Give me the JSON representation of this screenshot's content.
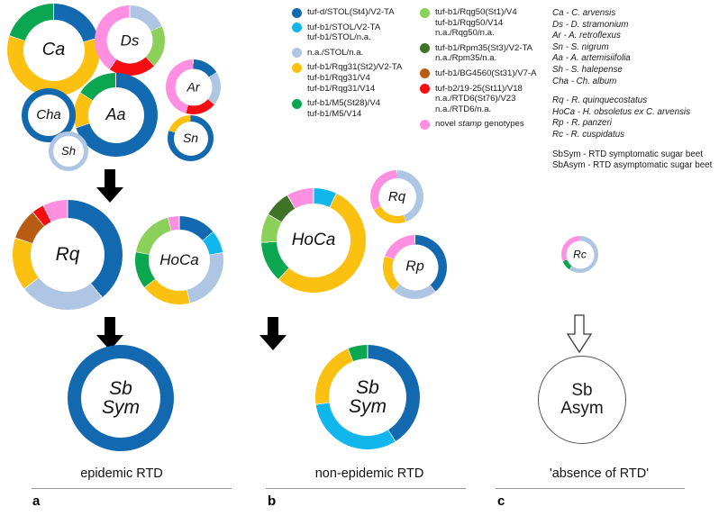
{
  "figure": {
    "title": "stamp genotype composition across plants, insect vectors and sugar beet",
    "colors": {
      "dark_blue": "#1269b0",
      "cyan": "#11b7ec",
      "light_blue": "#aec5e3",
      "yellow": "#fcc010",
      "green": "#0aa650",
      "light_green": "#8bd05a",
      "dark_green": "#3f7327",
      "brown": "#b95c13",
      "red": "#f50d12",
      "pink": "#ff8fe0",
      "outline": "#555555"
    }
  },
  "legend": {
    "genotypes": [
      {
        "color_key": "dark_blue",
        "color": "#1269b0",
        "lines": "tuf-d/STOL(St4)/V2-TA"
      },
      {
        "color_key": "cyan",
        "color": "#11b7ec",
        "lines": "tuf-b1/STOL/V2-TA\ntuf-b1/STOL/n.a."
      },
      {
        "color_key": "light_blue",
        "color": "#aec5e3",
        "lines": "n.a./STOL/n.a."
      },
      {
        "color_key": "yellow",
        "color": "#fcc010",
        "lines": "tuf-b1/Rqg31(St2)/V2-TA\ntuf-b1/Rqg31/V4\ntuf-b1/Rqg31/V14"
      },
      {
        "color_key": "green",
        "color": "#0aa650",
        "lines": "tuf-b1/M5(St28)/V4\ntuf-b1/M5/V14"
      },
      {
        "color_key": "light_green",
        "color": "#8bd05a",
        "lines": "tuf-b1/Rqg50(St1)/V4\ntuf-b1/Rqg50/V14\nn.a./Rqg50/n.a."
      },
      {
        "color_key": "dark_green",
        "color": "#3f7327",
        "lines": "tuf-b1/Rpm35(St3)/V2-TA\nn.a./Rpm35/n.a."
      },
      {
        "color_key": "brown",
        "color": "#b95c13",
        "lines": "tuf-b1/BG4560(St31)/V7-A"
      },
      {
        "color_key": "red",
        "color": "#f50d12",
        "lines": "tuf-b2/19-25(St11)/V18\nn.a./RTD6(St76)/V23\nn.a./RTD6/n.a."
      },
      {
        "color_key": "pink",
        "color": "#ff8fe0",
        "lines": "novel stamp genotypes",
        "italic_word": "stamp"
      }
    ],
    "species_block_1": [
      "Ca - C. arvensis",
      "Ds - D. stramonium",
      "Ar - A. retroflexus",
      "Sn - S. nigrum",
      "Aa - A. artemisiifolia",
      "Sh - S. halepense",
      "Cha - Ch. album"
    ],
    "species_block_2": [
      "Rq - R. quinquecostatus",
      "HoCa - H. obsoletus ex C. arvensis",
      "Rp - R. panzeri",
      "Rc - R. cuspidatus"
    ],
    "species_block_3": [
      "SbSym - RTD symptomatic sugar beet",
      "SbAsym - RTD asymptomatic sugar beet"
    ]
  },
  "panels": [
    {
      "id": "a",
      "letter": "a",
      "caption": "epidemic RTD"
    },
    {
      "id": "b",
      "letter": "b",
      "caption": "non-epidemic RTD"
    },
    {
      "id": "c",
      "letter": "c",
      "caption": "'absence of RTD'"
    }
  ],
  "chart_data": {
    "type": "pie",
    "title": "stamp genotype composition in donut charts",
    "legend_position": "top-center",
    "charts": [
      {
        "name": "Ca",
        "label": "Ca",
        "panel": "a",
        "row": "plants",
        "segments": [
          {
            "color": "#1269b0",
            "start": 0,
            "end": 75
          },
          {
            "color": "#fcc010",
            "start": 75,
            "end": 288
          },
          {
            "color": "#0aa650",
            "start": 288,
            "end": 360
          }
        ]
      },
      {
        "name": "Ds",
        "label": "Ds",
        "panel": "a",
        "row": "plants",
        "segments": [
          {
            "color": "#aec5e3",
            "start": 0,
            "end": 66
          },
          {
            "color": "#8bd05a",
            "start": 66,
            "end": 136
          },
          {
            "color": "#f50d12",
            "start": 136,
            "end": 215
          },
          {
            "color": "#ff8fe0",
            "start": 215,
            "end": 360
          }
        ]
      },
      {
        "name": "Ar",
        "label": "Ar",
        "panel": "a",
        "row": "plants",
        "segments": [
          {
            "color": "#1269b0",
            "start": 0,
            "end": 58
          },
          {
            "color": "#aec5e3",
            "start": 58,
            "end": 130
          },
          {
            "color": "#f50d12",
            "start": 130,
            "end": 196
          },
          {
            "color": "#ff8fe0",
            "start": 196,
            "end": 360
          }
        ]
      },
      {
        "name": "Aa",
        "label": "Aa",
        "panel": "a",
        "row": "plants",
        "segments": [
          {
            "color": "#1269b0",
            "start": 0,
            "end": 252
          },
          {
            "color": "#fcc010",
            "start": 252,
            "end": 302
          },
          {
            "color": "#0aa650",
            "start": 302,
            "end": 360
          }
        ]
      },
      {
        "name": "Cha",
        "label": "Cha",
        "panel": "a",
        "row": "plants",
        "segments": [
          {
            "color": "#1269b0",
            "start": 0,
            "end": 360
          }
        ]
      },
      {
        "name": "Sn",
        "label": "Sn",
        "panel": "a",
        "row": "plants",
        "segments": [
          {
            "color": "#1269b0",
            "start": 0,
            "end": 290
          },
          {
            "color": "#fcc010",
            "start": 290,
            "end": 360
          }
        ]
      },
      {
        "name": "Sh",
        "label": "Sh",
        "panel": "a",
        "row": "plants",
        "segments": [
          {
            "color": "#aec5e3",
            "start": 0,
            "end": 360
          }
        ]
      },
      {
        "name": "Rq-a",
        "label": "Rq",
        "panel": "a",
        "row": "vectors",
        "segments": [
          {
            "color": "#1269b0",
            "start": 0,
            "end": 141
          },
          {
            "color": "#aec5e3",
            "start": 141,
            "end": 232
          },
          {
            "color": "#fcc010",
            "start": 232,
            "end": 288
          },
          {
            "color": "#b95c13",
            "start": 288,
            "end": 321
          },
          {
            "color": "#f50d12",
            "start": 321,
            "end": 334
          },
          {
            "color": "#ff8fe0",
            "start": 334,
            "end": 360
          }
        ]
      },
      {
        "name": "HoCa-a",
        "label": "HoCa",
        "panel": "a",
        "row": "vectors",
        "segments": [
          {
            "color": "#1269b0",
            "start": 0,
            "end": 50
          },
          {
            "color": "#11b7ec",
            "start": 50,
            "end": 80
          },
          {
            "color": "#aec5e3",
            "start": 80,
            "end": 166
          },
          {
            "color": "#fcc010",
            "start": 166,
            "end": 232
          },
          {
            "color": "#0aa650",
            "start": 232,
            "end": 281
          },
          {
            "color": "#8bd05a",
            "start": 281,
            "end": 345
          },
          {
            "color": "#ff8fe0",
            "start": 345,
            "end": 360
          }
        ]
      },
      {
        "name": "HoCa-b",
        "label": "HoCa",
        "panel": "b",
        "row": "vectors",
        "segments": [
          {
            "color": "#11b7ec",
            "start": 0,
            "end": 26
          },
          {
            "color": "#fcc010",
            "start": 26,
            "end": 222
          },
          {
            "color": "#0aa650",
            "start": 222,
            "end": 268
          },
          {
            "color": "#8bd05a",
            "start": 268,
            "end": 300
          },
          {
            "color": "#3f7327",
            "start": 300,
            "end": 330
          },
          {
            "color": "#ff8fe0",
            "start": 330,
            "end": 360
          }
        ]
      },
      {
        "name": "Rq-b",
        "label": "Rq",
        "panel": "b",
        "row": "vectors",
        "segments": [
          {
            "color": "#aec5e3",
            "start": 0,
            "end": 160
          },
          {
            "color": "#fcc010",
            "start": 160,
            "end": 240
          },
          {
            "color": "#ff8fe0",
            "start": 240,
            "end": 360
          }
        ]
      },
      {
        "name": "Rp",
        "label": "Rp",
        "panel": "b",
        "row": "vectors",
        "segments": [
          {
            "color": "#1269b0",
            "start": 0,
            "end": 140
          },
          {
            "color": "#aec5e3",
            "start": 140,
            "end": 222
          },
          {
            "color": "#fcc010",
            "start": 222,
            "end": 290
          },
          {
            "color": "#ff8fe0",
            "start": 290,
            "end": 360
          }
        ]
      },
      {
        "name": "Rc",
        "label": "Rc",
        "panel": "c",
        "row": "vectors",
        "segments": [
          {
            "color": "#aec5e3",
            "start": 0,
            "end": 215
          },
          {
            "color": "#0aa650",
            "start": 215,
            "end": 248
          },
          {
            "color": "#ff8fe0",
            "start": 248,
            "end": 360
          }
        ]
      },
      {
        "name": "SbSym-a",
        "label": "Sb\nSym",
        "label_line1": "Sb",
        "label_line2": "Sym",
        "panel": "a",
        "row": "host",
        "segments": [
          {
            "color": "#1269b0",
            "start": 0,
            "end": 360
          }
        ]
      },
      {
        "name": "SbSym-b",
        "label": "Sb\nSym",
        "label_line1": "Sb",
        "label_line2": "Sym",
        "panel": "b",
        "row": "host",
        "segments": [
          {
            "color": "#1269b0",
            "start": 0,
            "end": 148
          },
          {
            "color": "#11b7ec",
            "start": 148,
            "end": 262
          },
          {
            "color": "#fcc010",
            "start": 262,
            "end": 338
          },
          {
            "color": "#0aa650",
            "start": 338,
            "end": 360
          }
        ]
      },
      {
        "name": "SbAsym",
        "label": "Sb\nAsym",
        "label_line1": "Sb",
        "label_line2": "Asym",
        "panel": "c",
        "row": "host",
        "segments": []
      }
    ]
  }
}
